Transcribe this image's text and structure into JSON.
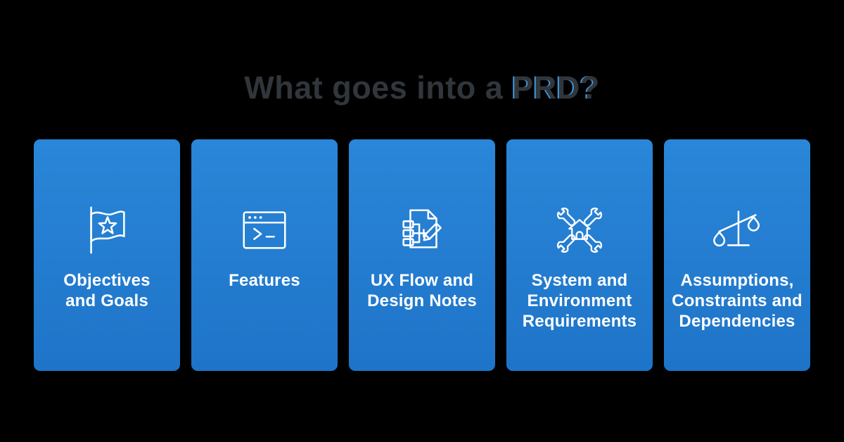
{
  "title": {
    "prefix": "What goes into a ",
    "highlight": "PRD?",
    "full": "What goes into a PRD?"
  },
  "colors": {
    "background": "#000000",
    "card-gradient-top": "#2a86d8",
    "card-gradient-bottom": "#1e74c8",
    "title-text": "#31363c",
    "accent-blue": "#3d9be0",
    "card-text": "#ffffff",
    "icon-stroke": "#ffffff"
  },
  "cards": [
    {
      "id": "objectives-and-goals",
      "icon": "flag-star-icon",
      "label": "Objectives and Goals",
      "lines": [
        "Objectives",
        "and Goals"
      ]
    },
    {
      "id": "features",
      "icon": "browser-terminal-icon",
      "label": "Features",
      "lines": [
        "Features"
      ]
    },
    {
      "id": "ux-flow-and-design-notes",
      "icon": "document-flowchart-pencil-icon",
      "label": "UX Flow and Design Notes",
      "lines": [
        "UX Flow and",
        "Design Notes"
      ]
    },
    {
      "id": "system-and-environment-requirements",
      "icon": "wrenches-house-icon",
      "label": "System and Environment Requirements",
      "lines": [
        "System and",
        "Environment",
        "Requirements"
      ]
    },
    {
      "id": "assumptions-constraints-and-dependencies",
      "icon": "balance-scale-icon",
      "label": "Assumptions, Constraints and Dependencies",
      "lines": [
        "Assumptions,",
        "Constraints and",
        "Dependencies"
      ]
    }
  ]
}
